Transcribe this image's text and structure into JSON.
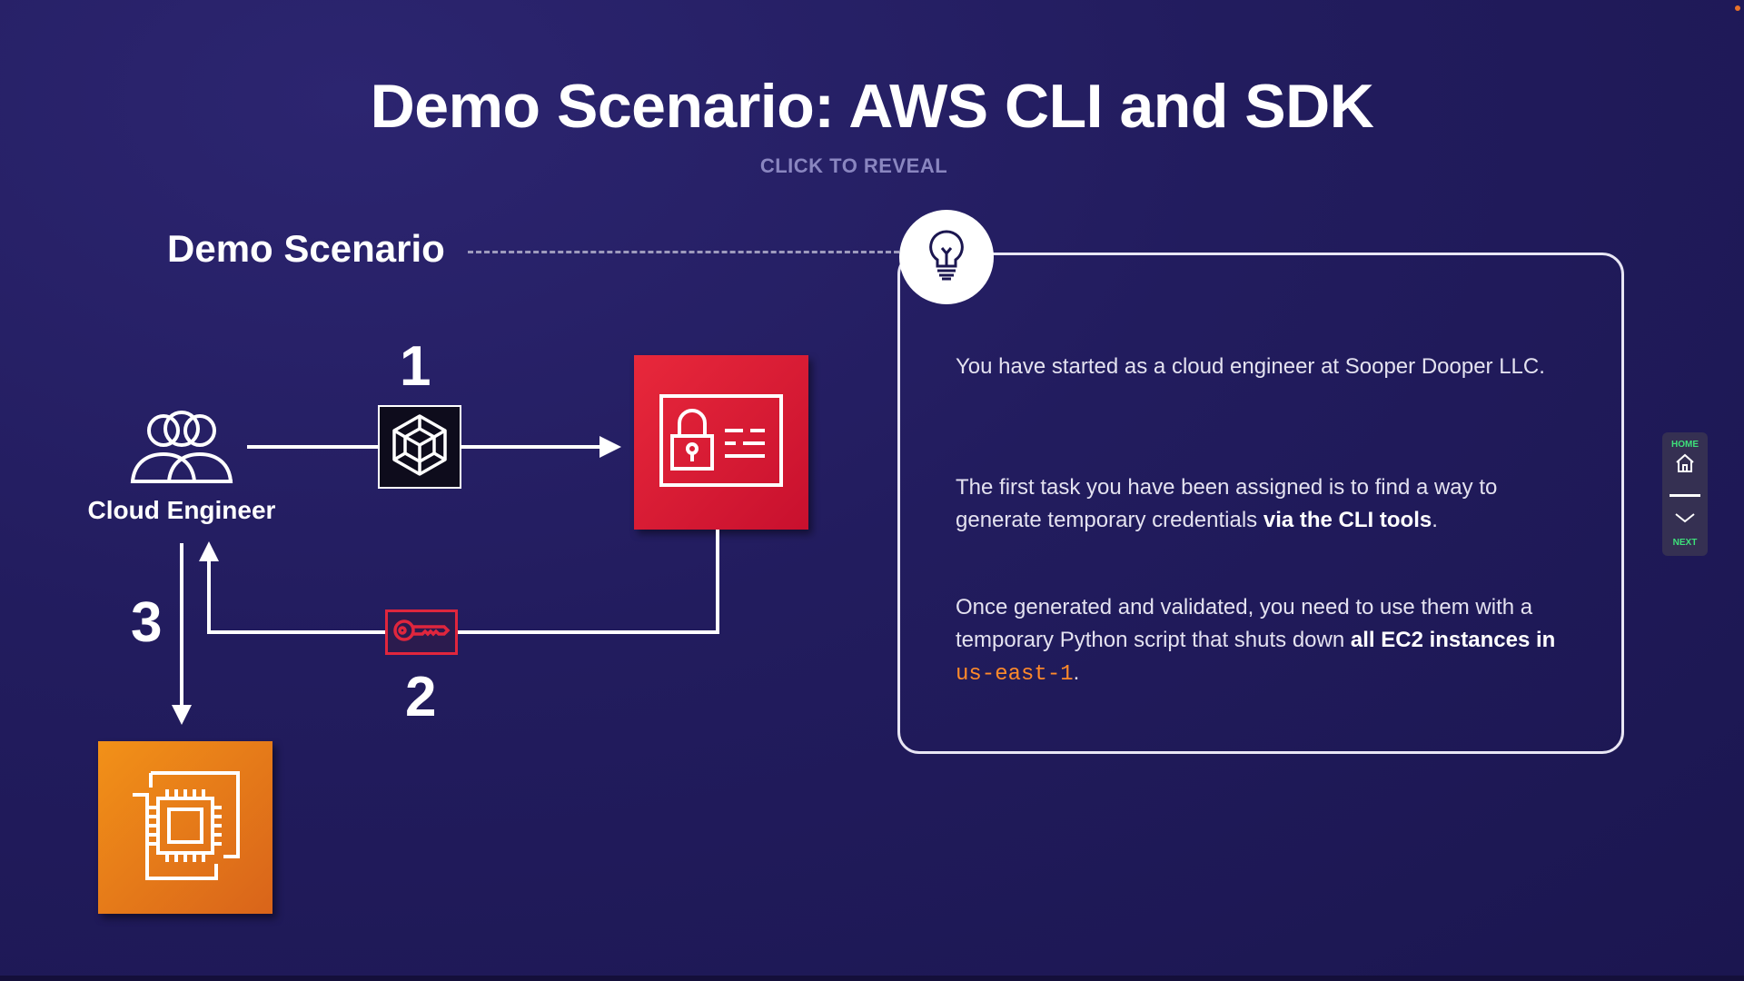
{
  "slide": {
    "title": "Demo Scenario: AWS CLI and SDK",
    "reveal_label": "CLICK TO REVEAL",
    "scenario_label": "Demo Scenario"
  },
  "diagram": {
    "user_label": "Cloud Engineer",
    "step1": "1",
    "step2": "2",
    "step3": "3",
    "icons": {
      "user": "users-icon",
      "sdk": "cube-icon",
      "sts": "id-card-lock-icon",
      "key": "key-icon",
      "compute": "ec2-chip-icon"
    }
  },
  "panel": {
    "p1": "You have started as a cloud engineer at Sooper Dooper LLC.",
    "p2_a": "The first task you have been assigned is to find a way to generate temporary credentials ",
    "p2_b": "via the CLI tools",
    "p2_c": ".",
    "p3_a": "Once generated and validated, you need to use them with a temporary Python script that shuts down ",
    "p3_b": "all EC2 instances in ",
    "p3_region": "us-east-1",
    "p3_c": "."
  },
  "nav": {
    "home_label": "HOME",
    "next_label": "NEXT"
  },
  "colors": {
    "background": "#221c5e",
    "sts": "#d4182f",
    "ec2": "#e8801c",
    "region": "#ff8a2a",
    "nav_text": "#3ee07a"
  }
}
